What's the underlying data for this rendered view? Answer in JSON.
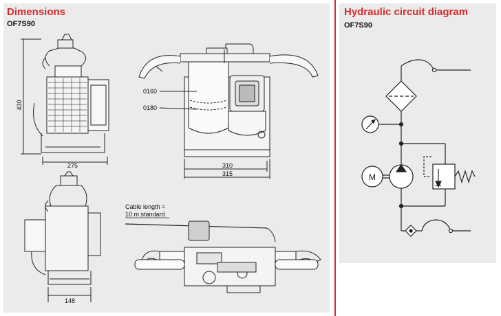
{
  "left_section": {
    "title": "Dimensions",
    "model": "OF7S90",
    "dimensions": {
      "height": "430",
      "depth_top_view": "275",
      "width_inner": "310",
      "width_outer": "315",
      "depth_bottom_view": "148"
    },
    "callouts": {
      "level_upper": "0160",
      "level_lower": "0180"
    },
    "cable_note": {
      "line1": "Cable length =",
      "line2": "10 m standard"
    }
  },
  "right_section": {
    "title": "Hydraulic circuit diagram",
    "model": "OF7S90",
    "motor_label": "M"
  },
  "colors": {
    "accent": "#d42a2a",
    "panel": "#ebebeb",
    "line": "#222222"
  }
}
